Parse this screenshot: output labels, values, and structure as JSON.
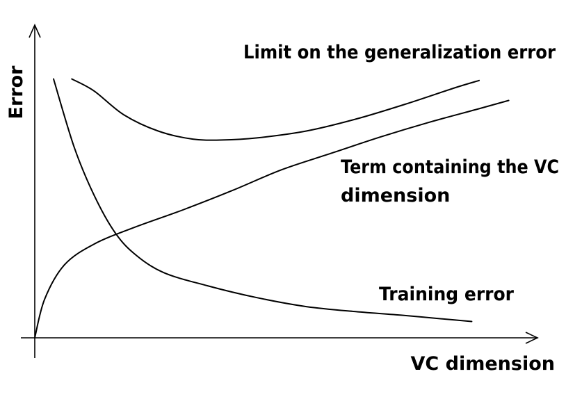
{
  "chart_data": {
    "type": "line",
    "title": "",
    "xlabel": "VC dimension",
    "ylabel": "Error",
    "xlim": [
      0,
      10
    ],
    "ylim": [
      0,
      10
    ],
    "grid": false,
    "ticks": "none",
    "series": [
      {
        "name": "Limit on the generalization error",
        "points": [
          [
            0.75,
            8.7
          ],
          [
            1.2,
            8.3
          ],
          [
            1.8,
            7.5
          ],
          [
            2.5,
            6.95
          ],
          [
            3.2,
            6.68
          ],
          [
            3.8,
            6.65
          ],
          [
            4.5,
            6.72
          ],
          [
            5.5,
            6.95
          ],
          [
            6.5,
            7.35
          ],
          [
            7.5,
            7.85
          ],
          [
            8.5,
            8.4
          ],
          [
            9.0,
            8.65
          ]
        ],
        "label_position": "top-right"
      },
      {
        "name": "Term containing the VC dimension",
        "points": [
          [
            0.0,
            0.0
          ],
          [
            0.2,
            1.3
          ],
          [
            0.6,
            2.45
          ],
          [
            1.2,
            3.15
          ],
          [
            2.0,
            3.7
          ],
          [
            3.0,
            4.3
          ],
          [
            4.0,
            4.95
          ],
          [
            5.0,
            5.65
          ],
          [
            6.0,
            6.2
          ],
          [
            7.0,
            6.75
          ],
          [
            8.0,
            7.25
          ],
          [
            9.0,
            7.7
          ],
          [
            9.6,
            7.98
          ]
        ],
        "label_position": "right"
      },
      {
        "name": "Training error",
        "points": [
          [
            0.38,
            8.7
          ],
          [
            0.8,
            6.4
          ],
          [
            1.2,
            4.8
          ],
          [
            1.6,
            3.6
          ],
          [
            2.0,
            2.85
          ],
          [
            2.6,
            2.2
          ],
          [
            3.5,
            1.75
          ],
          [
            4.5,
            1.35
          ],
          [
            5.5,
            1.05
          ],
          [
            6.5,
            0.88
          ],
          [
            7.5,
            0.75
          ],
          [
            8.5,
            0.6
          ],
          [
            8.85,
            0.55
          ]
        ],
        "label_position": "bottom-right"
      }
    ]
  }
}
